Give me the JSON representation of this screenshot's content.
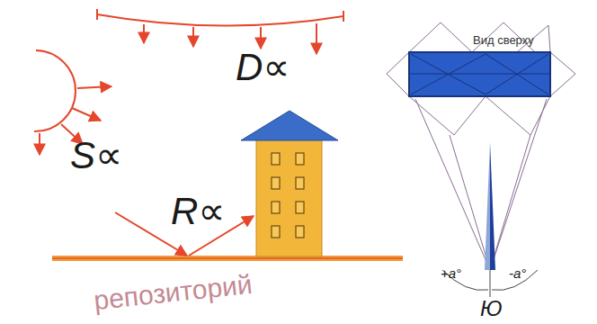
{
  "diagram": {
    "labels": [
      "D∝",
      "S∝",
      "R∝",
      "Вид сверху",
      "+a°",
      "-a°",
      "Ю",
      "репозиторий"
    ]
  }
}
